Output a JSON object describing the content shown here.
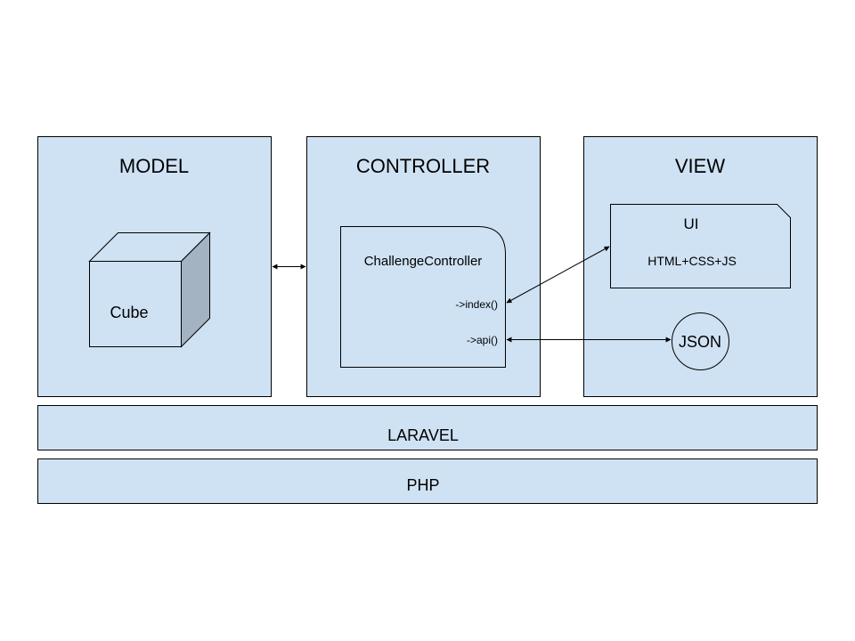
{
  "colors": {
    "panel_fill": "#cfe2f3",
    "stroke": "#000000",
    "cube_side": "#a4b3c2"
  },
  "model": {
    "title": "MODEL",
    "cube_label": "Cube"
  },
  "controller": {
    "title": "CONTROLLER",
    "class_name": "ChallengeController",
    "method_index": "->index()",
    "method_api": "->api()"
  },
  "view": {
    "title": "VIEW",
    "ui_title": "UI",
    "ui_tech": "HTML+CSS+JS",
    "json_label": "JSON"
  },
  "layers": {
    "framework": "LARAVEL",
    "language": "PHP"
  }
}
